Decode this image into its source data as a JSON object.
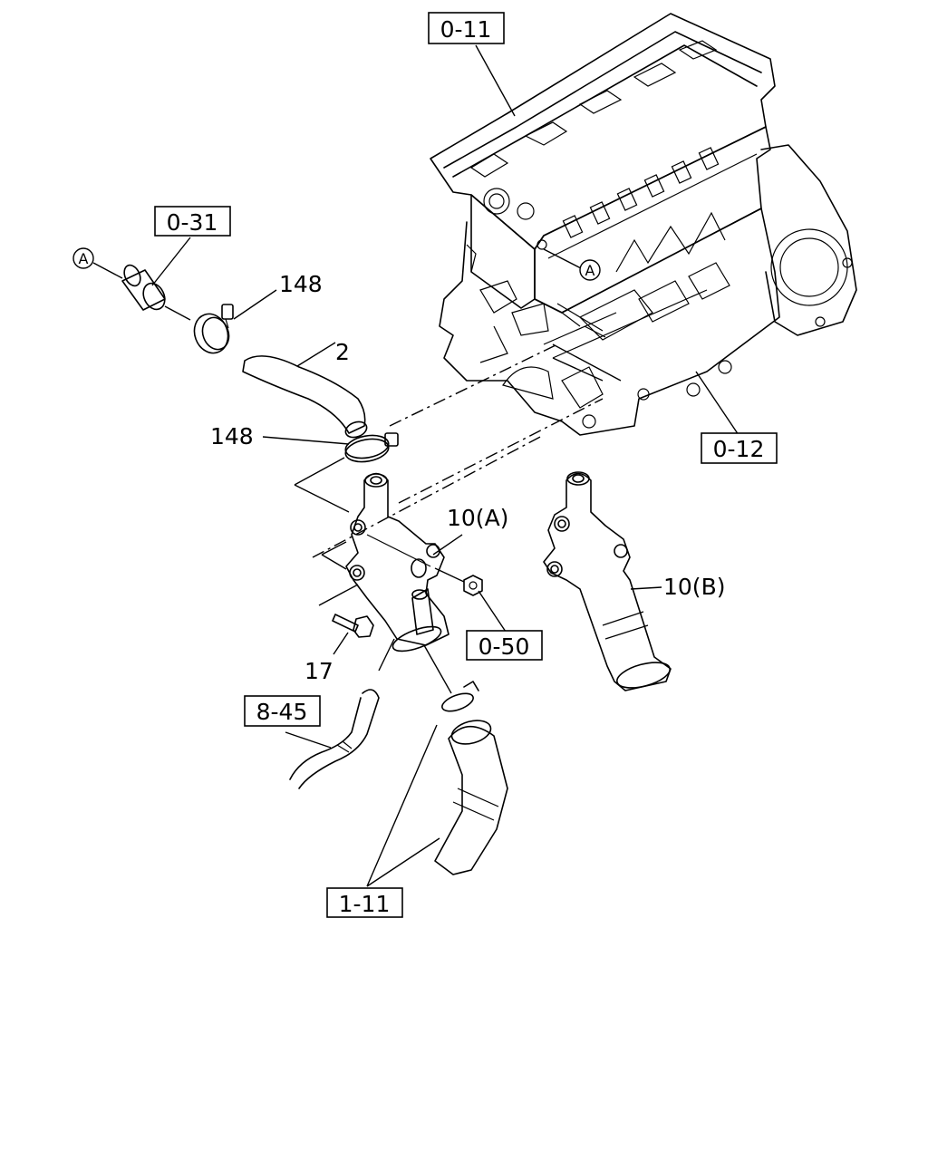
{
  "diagram": {
    "ref_boxes": {
      "ref_0_11": "0-11",
      "ref_0_31": "0-31",
      "ref_0_12": "0-12",
      "ref_0_50": "0-50",
      "ref_8_45": "8-45",
      "ref_1_11": "1-11"
    },
    "part_labels": {
      "clamp_upper": "148",
      "hose": "2",
      "clamp_lower": "148",
      "housing_a": "10(A)",
      "housing_b": "10(B)",
      "bolt": "17"
    },
    "markers": {
      "marker_left": "A",
      "marker_engine": "A"
    }
  }
}
